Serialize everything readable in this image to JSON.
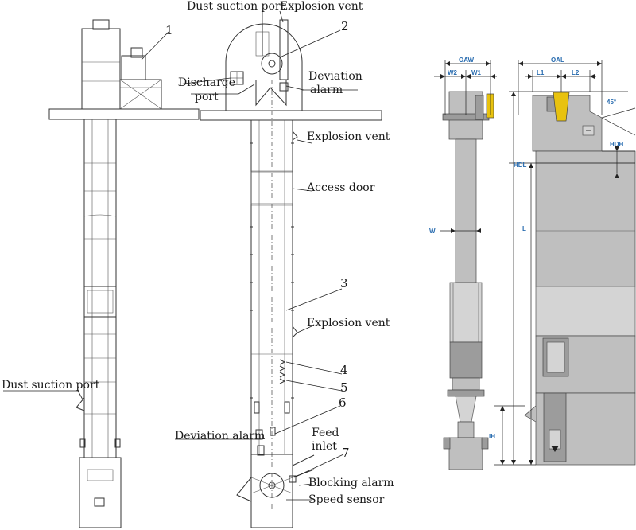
{
  "left_labels": {
    "callout_1": "1",
    "dust_suction_port": "Dust suction port"
  },
  "middle_labels": {
    "dust_suction_port_top": "Dust suction port",
    "explosion_vent_top": "Explosion vent",
    "callout_2": "2",
    "discharge_port_line1": "Discharge",
    "discharge_port_line2": "port",
    "deviation_alarm_top_line1": "Deviation",
    "deviation_alarm_top_line2": "alarm",
    "explosion_vent_mid": "Explosion vent",
    "access_door": "Access door",
    "callout_3": "3",
    "explosion_vent_low": "Explosion vent",
    "callout_4": "4",
    "callout_5": "5",
    "callout_6": "6",
    "deviation_alarm_bottom": "Deviation alarm",
    "feed_inlet_line1": "Feed",
    "feed_inlet_line2": "inlet",
    "callout_7": "7",
    "blocking_alarm": "Blocking alarm",
    "speed_sensor": "Speed sensor"
  },
  "right_dimensions": {
    "oaw": "OAW",
    "w2": "W2",
    "w1": "W1",
    "w": "W",
    "oal": "OAL",
    "l1": "L1",
    "l2": "L2",
    "angle": "45°",
    "hdh": "HDH",
    "hdl": "HDL",
    "l": "L",
    "ih": "IH"
  },
  "colors": {
    "line": "#333333",
    "dimension_text": "#2a6db0",
    "casing_gray": "#bfbfbf",
    "motor_yellow": "#e8c20e"
  }
}
